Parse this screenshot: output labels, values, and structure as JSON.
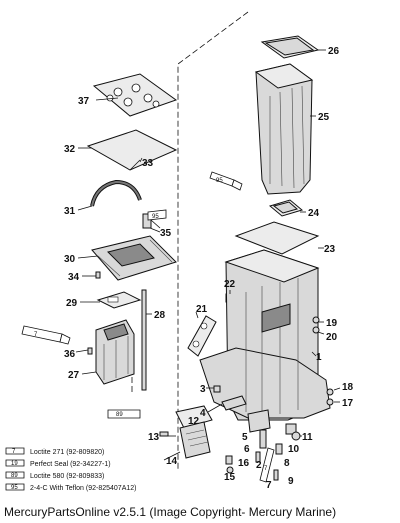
{
  "diagram": {
    "callouts": [
      {
        "id": "c26",
        "label": "26"
      },
      {
        "id": "c25",
        "label": "25"
      },
      {
        "id": "c37",
        "label": "37"
      },
      {
        "id": "c32",
        "label": "32"
      },
      {
        "id": "c33",
        "label": "33"
      },
      {
        "id": "c31",
        "label": "31"
      },
      {
        "id": "c24",
        "label": "24"
      },
      {
        "id": "c35",
        "label": "35"
      },
      {
        "id": "c30",
        "label": "30"
      },
      {
        "id": "c23",
        "label": "23"
      },
      {
        "id": "c34",
        "label": "34"
      },
      {
        "id": "c22",
        "label": "22"
      },
      {
        "id": "c29",
        "label": "29"
      },
      {
        "id": "c21",
        "label": "21"
      },
      {
        "id": "c28",
        "label": "28"
      },
      {
        "id": "c19",
        "label": "19"
      },
      {
        "id": "c20",
        "label": "20"
      },
      {
        "id": "c36",
        "label": "36"
      },
      {
        "id": "c1",
        "label": "1"
      },
      {
        "id": "c27",
        "label": "27"
      },
      {
        "id": "c3",
        "label": "3"
      },
      {
        "id": "c18",
        "label": "18"
      },
      {
        "id": "c17",
        "label": "17"
      },
      {
        "id": "c4",
        "label": "4"
      },
      {
        "id": "c12",
        "label": "12"
      },
      {
        "id": "c13",
        "label": "13"
      },
      {
        "id": "c5",
        "label": "5"
      },
      {
        "id": "c11",
        "label": "11"
      },
      {
        "id": "c10",
        "label": "10"
      },
      {
        "id": "c6",
        "label": "6"
      },
      {
        "id": "c2",
        "label": "2"
      },
      {
        "id": "c8",
        "label": "8"
      },
      {
        "id": "c14",
        "label": "14"
      },
      {
        "id": "c16",
        "label": "16"
      },
      {
        "id": "c15",
        "label": "15"
      },
      {
        "id": "c7",
        "label": "7"
      },
      {
        "id": "c9",
        "label": "9"
      }
    ],
    "tubes": [
      {
        "id": "t95a",
        "label": "95"
      },
      {
        "id": "t95b",
        "label": "95"
      },
      {
        "id": "t7a",
        "label": "7"
      },
      {
        "id": "t89",
        "label": "89"
      },
      {
        "id": "t7b",
        "label": "7"
      }
    ],
    "legend": [
      {
        "code": "7",
        "text": "Loctite 271 (92-809820)"
      },
      {
        "code": "19",
        "text": "Perfect Seal (92-34227-1)"
      },
      {
        "code": "89",
        "text": "Loctite 580 (92-809833)"
      },
      {
        "code": "95",
        "text": "2-4-C  With Teflon (92-825407A12)"
      }
    ]
  },
  "footer": {
    "text": "MercuryPartsOnline v2.5.1 (Image Copyright- Mercury Marine)"
  }
}
